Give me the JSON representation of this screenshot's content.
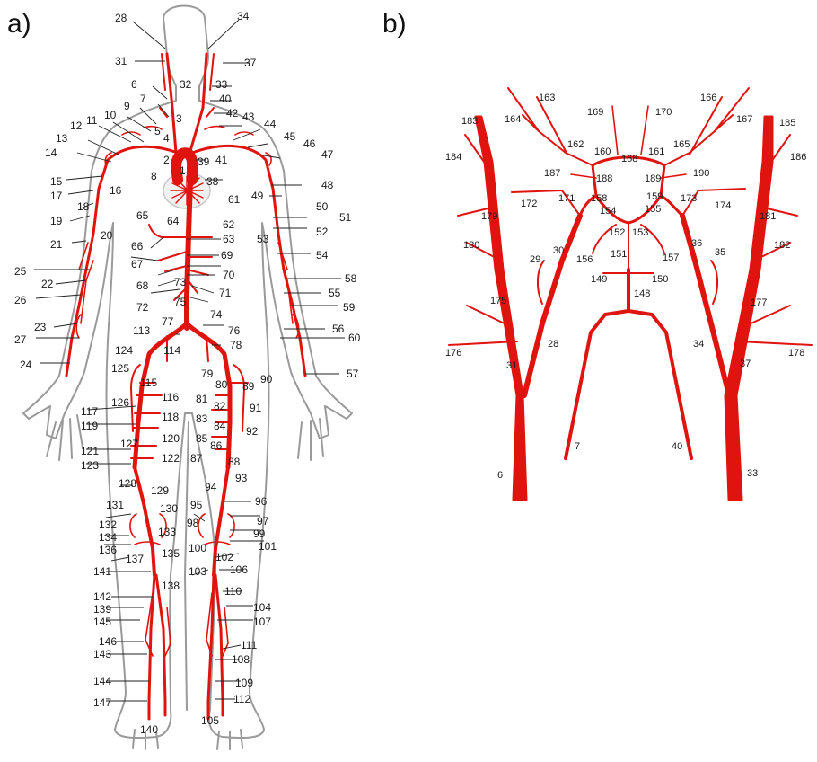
{
  "panels": {
    "a": "a)",
    "b": "b)"
  },
  "colors": {
    "artery": "#e0140f",
    "outline": "#9a9a9a",
    "text": "#1a1a1a"
  },
  "labels_a": [
    "1",
    "2",
    "3",
    "4",
    "5",
    "6",
    "7",
    "8",
    "9",
    "10",
    "11",
    "12",
    "13",
    "14",
    "15",
    "16",
    "17",
    "18",
    "19",
    "20",
    "21",
    "22",
    "23",
    "24",
    "25",
    "26",
    "27",
    "28",
    "31",
    "32",
    "33",
    "34",
    "37",
    "38",
    "39",
    "40",
    "41",
    "42",
    "43",
    "44",
    "45",
    "46",
    "47",
    "48",
    "49",
    "50",
    "51",
    "52",
    "53",
    "54",
    "55",
    "56",
    "57",
    "58",
    "59",
    "60",
    "61",
    "62",
    "63",
    "64",
    "65",
    "66",
    "67",
    "68",
    "69",
    "70",
    "71",
    "72",
    "73",
    "74",
    "75",
    "76",
    "77",
    "78",
    "79",
    "80",
    "81",
    "82",
    "83",
    "84",
    "85",
    "86",
    "87",
    "88",
    "89",
    "90",
    "91",
    "92",
    "93",
    "94",
    "95",
    "96",
    "97",
    "98",
    "99",
    "100",
    "101",
    "102",
    "103",
    "104",
    "105",
    "106",
    "107",
    "108",
    "109",
    "110",
    "111",
    "112",
    "113",
    "114",
    "115",
    "116",
    "117",
    "118",
    "119",
    "120",
    "121",
    "122",
    "123",
    "124",
    "125",
    "126",
    "127",
    "128",
    "129",
    "130",
    "131",
    "132",
    "133",
    "134",
    "135",
    "136",
    "137",
    "138",
    "139",
    "140",
    "141",
    "142",
    "143",
    "144",
    "145",
    "146",
    "147"
  ],
  "labels_b": [
    "6",
    "7",
    "28",
    "29",
    "30",
    "31",
    "33",
    "34",
    "35",
    "36",
    "37",
    "40",
    "148",
    "149",
    "150",
    "151",
    "152",
    "153",
    "154",
    "155",
    "156",
    "157",
    "158",
    "159",
    "160",
    "161",
    "162",
    "163",
    "164",
    "165",
    "166",
    "167",
    "168",
    "169",
    "170",
    "171",
    "172",
    "173",
    "174",
    "175",
    "176",
    "177",
    "178",
    "179",
    "180",
    "181",
    "182",
    "183",
    "184",
    "185",
    "186",
    "187",
    "188",
    "189",
    "190"
  ]
}
